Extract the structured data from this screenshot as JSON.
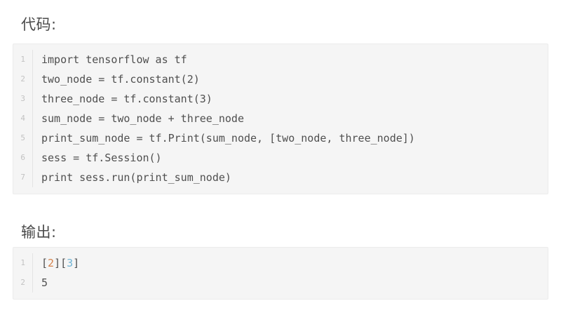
{
  "page": {
    "background_color": "#ffffff",
    "block_background_color": "#f5f5f5",
    "block_border_color": "#ececec",
    "code_text_color": "#4f4f4f",
    "line_number_color": "#c2c2c2"
  },
  "code_section": {
    "heading": "代码:",
    "lines": [
      {
        "number": "1",
        "text": "import tensorflow as tf"
      },
      {
        "number": "2",
        "text": "two_node = tf.constant(2)"
      },
      {
        "number": "3",
        "text": "three_node = tf.constant(3)"
      },
      {
        "number": "4",
        "text": "sum_node = two_node + three_node"
      },
      {
        "number": "5",
        "text": "print_sum_node = tf.Print(sum_node, [two_node, three_node])"
      },
      {
        "number": "6",
        "text": "sess = tf.Session()"
      },
      {
        "number": "7",
        "text": "print sess.run(print_sum_node)"
      }
    ]
  },
  "output_section": {
    "heading": "输出:",
    "lines": [
      {
        "number": "1",
        "segments": [
          {
            "text": "[",
            "color": "#4f4f4f"
          },
          {
            "text": "2",
            "color": "#d4804a"
          },
          {
            "text": "][",
            "color": "#4f4f4f"
          },
          {
            "text": "3",
            "color": "#6fb3d4"
          },
          {
            "text": "]",
            "color": "#4f4f4f"
          }
        ],
        "plain": "[2][3]"
      },
      {
        "number": "2",
        "segments": [
          {
            "text": "5",
            "color": "#4f4f4f"
          }
        ],
        "plain": "5"
      }
    ]
  }
}
